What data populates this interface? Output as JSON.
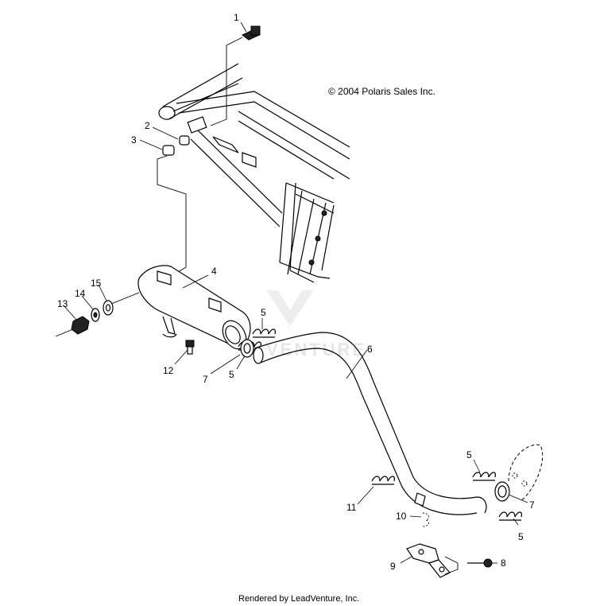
{
  "copyright": "© 2004 Polaris Sales Inc.",
  "footer": "Rendered by LeadVenture, Inc.",
  "watermark": "VENTURE",
  "callouts": {
    "c1": "1",
    "c2": "2",
    "c3": "3",
    "c4": "4",
    "c5a": "5",
    "c5b": "5",
    "c5c": "5",
    "c5d": "5",
    "c6": "6",
    "c7a": "7",
    "c7b": "7",
    "c8": "8",
    "c9": "9",
    "c10": "10",
    "c11": "11",
    "c12": "12",
    "c13": "13",
    "c14": "14",
    "c15": "15"
  }
}
